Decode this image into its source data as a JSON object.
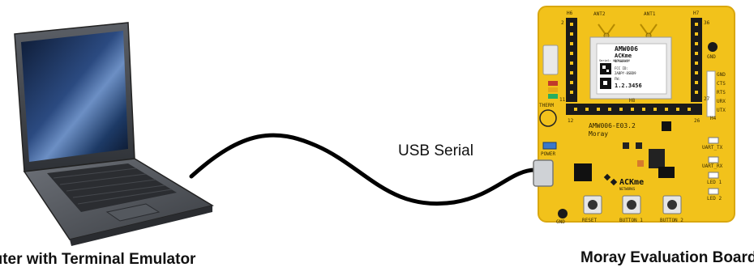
{
  "captions": {
    "left": "puter with Terminal Emulator",
    "right": "Moray Evaluation Board"
  },
  "cable_label": "USB Serial",
  "board": {
    "header_h6": "H6",
    "header_h7": "H7",
    "header_h8": "H8",
    "header_h4": "H4",
    "ant2": "ANT2",
    "ant1": "ANT1",
    "pin_2": "2",
    "pin_36": "36",
    "pin_11": "11",
    "pin_27": "27",
    "pin_12": "12",
    "pin_26": "26",
    "gnd_top": "GND",
    "gnd_bottom": "GND",
    "therm": "THERM",
    "power": "POWER",
    "module_name": "AMW006",
    "module_brand": "ACKme",
    "module_networks": "NETWORKS",
    "serial": "Serial: ABCD123456",
    "fcc": "FCC ID:",
    "fcc_id": "2ABPY-8SBD9",
    "fw": "FW:",
    "fw_version": "1.2.3456",
    "board_name": "AMW006-E03.2",
    "board_sub": "Moray",
    "brand": "ACKme",
    "brand_sub": "NETWORKS",
    "right_pins": [
      "GND",
      "CTS",
      "RTS",
      "URX",
      "UTX"
    ],
    "leds": [
      "UART_TX",
      "UART_RX",
      "LED 1",
      "LED 2"
    ],
    "buttons": [
      "RESET",
      "BUTTON 1",
      "BUTTON 2"
    ]
  },
  "colors": {
    "board": "#F2C21B",
    "board_edge": "#D9A70E",
    "cable": "#000000",
    "laptop_body": "#4a4d52",
    "screen": "#1b2a4a"
  }
}
